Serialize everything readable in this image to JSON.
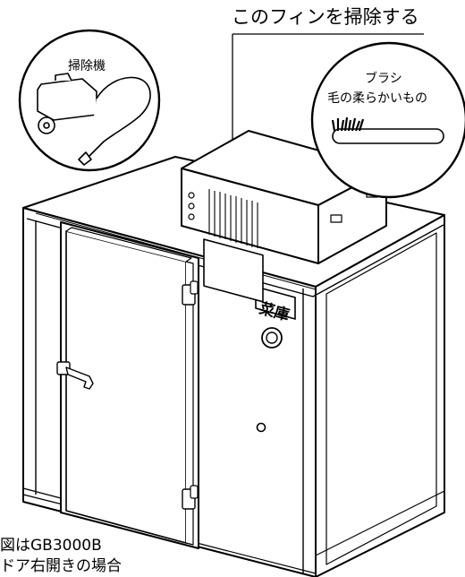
{
  "callout": {
    "fin_instruction": "このフィンを掃除する"
  },
  "tools": {
    "vacuum_label": "掃除機",
    "brush_label_line1": "ブラシ",
    "brush_label_line2": "毛の柔らかいもの"
  },
  "unit": {
    "nameplate": "菜庫"
  },
  "caption": {
    "line1": "図はGB3000B",
    "line2": "ドア右開きの場合"
  },
  "colors": {
    "line": "#000000",
    "fill": "#ffffff",
    "light_gray": "#d9d9d9"
  }
}
